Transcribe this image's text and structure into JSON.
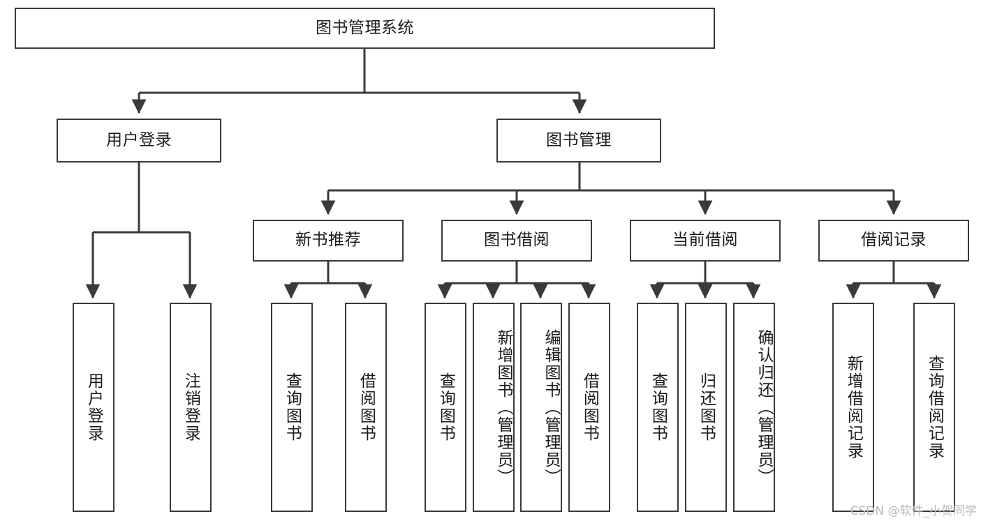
{
  "diagram": {
    "type": "tree-hierarchy",
    "title": "图书管理系统",
    "watermark": "CSDN @软件_小贺同学",
    "colors": {
      "box_border": "#3a3a3a",
      "box_fill": "#ffffff",
      "edge": "#3a3a3a",
      "text": "#1b1b1b",
      "watermark": "#b9b9b9",
      "background": "#ffffff"
    },
    "root": {
      "label": "图书管理系统"
    },
    "level2": [
      {
        "label": "用户登录"
      },
      {
        "label": "图书管理"
      }
    ],
    "level3": [
      {
        "label": "新书推荐"
      },
      {
        "label": "图书借阅"
      },
      {
        "label": "当前借阅"
      },
      {
        "label": "借阅记录"
      }
    ],
    "leaves": {
      "user_login": [
        {
          "label": "用户登录"
        },
        {
          "label": "注销登录"
        }
      ],
      "new_book": [
        {
          "label": "查询图书"
        },
        {
          "label": "借阅图书"
        }
      ],
      "book_borrow": [
        {
          "label": "查询图书"
        },
        {
          "label": "新增图书（管理员）"
        },
        {
          "label": "编辑图书（管理员）"
        },
        {
          "label": "借阅图书"
        }
      ],
      "current_borrow": [
        {
          "label": "查询图书"
        },
        {
          "label": "归还图书"
        },
        {
          "label": "确认归还（管理员）"
        }
      ],
      "borrow_record": [
        {
          "label": "新增借阅记录"
        },
        {
          "label": "查询借阅记录"
        }
      ]
    }
  }
}
